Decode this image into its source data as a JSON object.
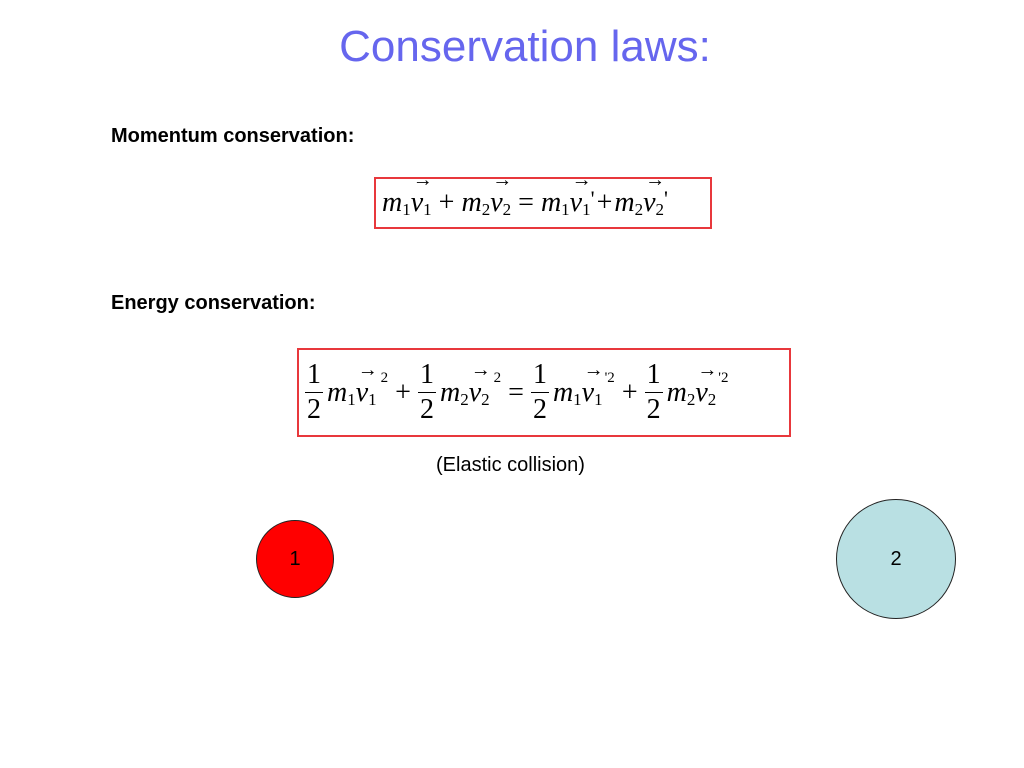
{
  "title": "Conservation laws:",
  "momentum": {
    "heading": "Momentum conservation:",
    "equation": "m₁v⃗₁ + m₂v⃗₂ = m₁v⃗₁'+m₂v⃗₂'"
  },
  "energy": {
    "heading": "Energy conservation:",
    "equation": "½m₁v⃗₁² + ½m₂v⃗₂² = ½m₁v⃗₁'² + ½m₂v⃗₂'²",
    "caption": "(Elastic collision)"
  },
  "balls": [
    {
      "label": "1",
      "color": "#ff0000"
    },
    {
      "label": "2",
      "color": "#b9e0e3"
    }
  ],
  "colors": {
    "title": "#6666ee",
    "box_border": "#e8383c"
  }
}
